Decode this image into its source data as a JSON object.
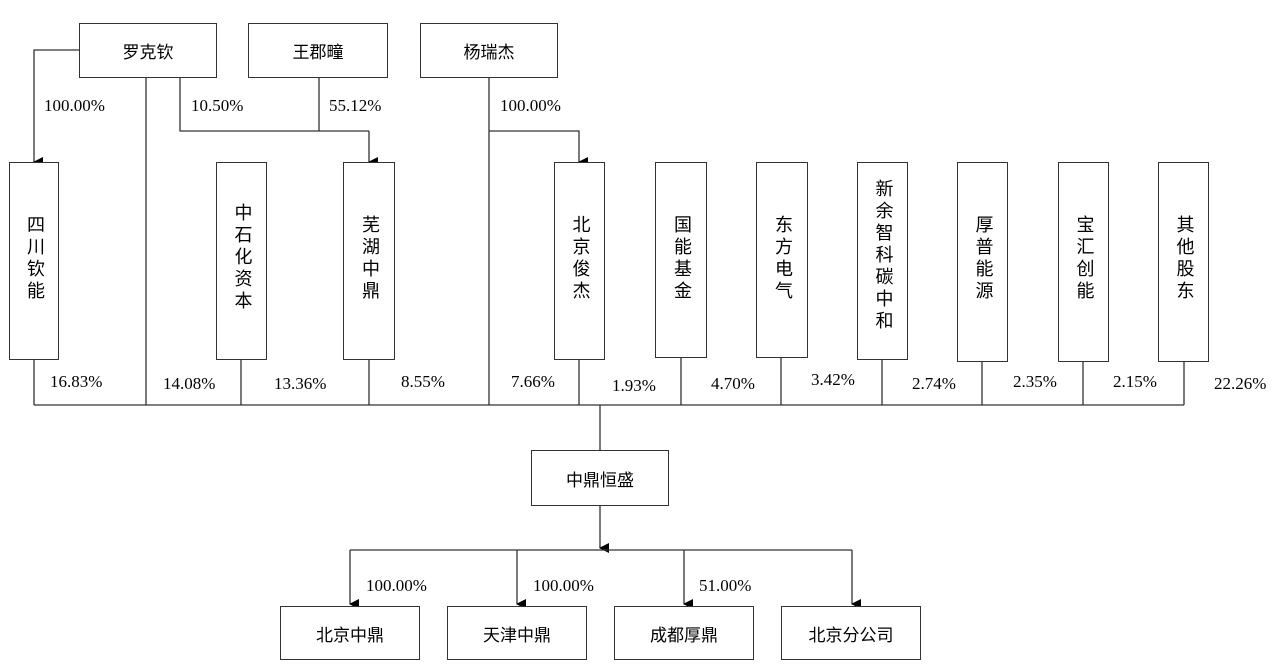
{
  "top_shareholders": {
    "luo_keqin": "罗克钦",
    "wang_juntong": "王郡疃",
    "yang_ruijie": "杨瑞杰"
  },
  "shareholders": [
    {
      "name": "四川钦能",
      "stake": "16.83%"
    },
    {
      "name": "中石化资本",
      "stake": "13.36%"
    },
    {
      "name": "芜湖中鼎",
      "stake": "8.55%"
    },
    {
      "name": "北京俊杰",
      "stake": "1.93%"
    },
    {
      "name": "国能基金",
      "stake": "4.70%"
    },
    {
      "name": "东方电气",
      "stake": "3.42%"
    },
    {
      "name": "新余智科碳中和",
      "stake": "2.74%"
    },
    {
      "name": "厚普能源",
      "stake": "2.35%"
    },
    {
      "name": "宝汇创能",
      "stake": "2.15%"
    },
    {
      "name": "其他股东",
      "stake": "22.26%"
    }
  ],
  "direct_individual_stakes": {
    "luo_keqin": "14.08%",
    "yang_ruijie": "7.66%"
  },
  "upper_links": {
    "luo_to_sichuan": "100.00%",
    "luo_to_wuhu": "10.50%",
    "wang_to_wuhu": "55.12%",
    "yang_to_beijing_junjie": "100.00%"
  },
  "company": "中鼎恒盛",
  "subsidiaries": [
    {
      "name": "北京中鼎",
      "stake": "100.00%"
    },
    {
      "name": "天津中鼎",
      "stake": "100.00%"
    },
    {
      "name": "成都厚鼎",
      "stake": "51.00%"
    },
    {
      "name": "北京分公司",
      "stake": ""
    }
  ]
}
